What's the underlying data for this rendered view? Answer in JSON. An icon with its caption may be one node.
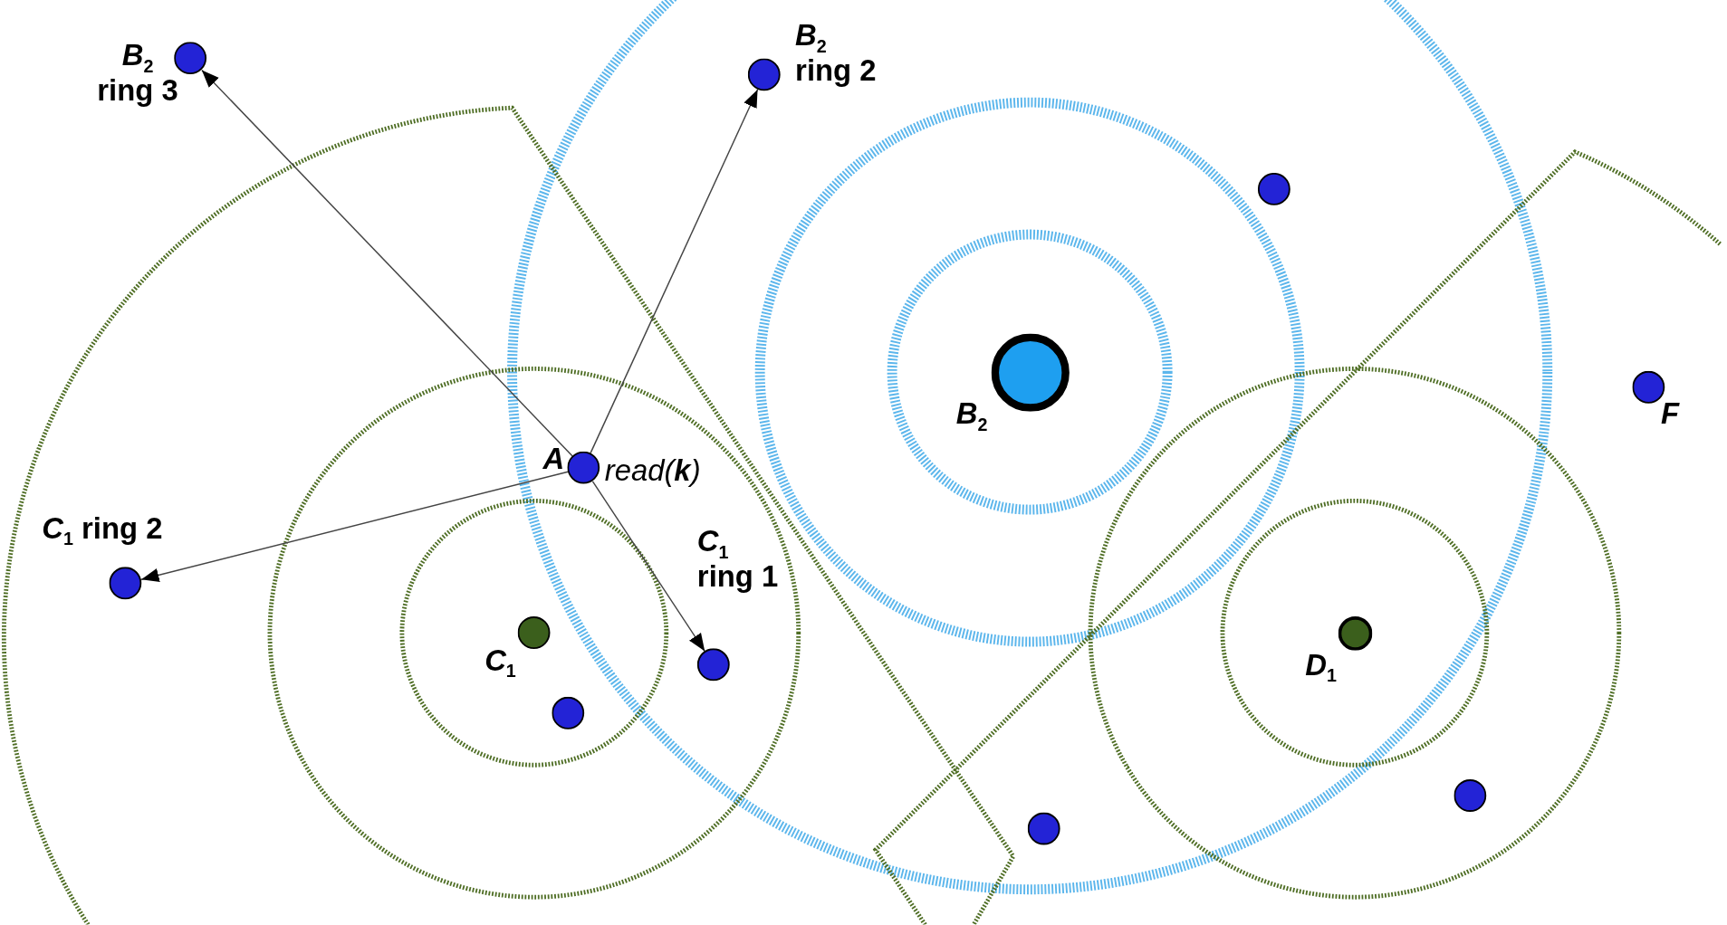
{
  "diagram": {
    "nodes": [
      {
        "text": [],
        "shape": "circle",
        "beside": [
          "A",
          "read(**k**)"
        ]
      },
      {
        "text": [],
        "shape": "circle",
        "beside": [
          "*B*$_{2}$ ring 3"
        ]
      },
      {
        "text": [],
        "shape": "circle",
        "beside": [
          "*B*$_{2}$ ring 2"
        ]
      },
      {
        "text": [],
        "shape": "circle",
        "beside": [
          "*C*$_{1}$ ring 2"
        ]
      },
      {
        "text": [],
        "shape": "circle",
        "beside": [
          "*C*$_{1}$ ring 1"
        ]
      },
      {
        "text": [],
        "shape": "circle",
        "beside": [
          "*B*$_{2}$"
        ]
      },
      {
        "text": [],
        "shape": "circle",
        "beside": [
          "*C*$_{1}$"
        ]
      },
      {
        "text": [],
        "shape": "circle",
        "beside": [
          "*D*$_{1}$"
        ]
      },
      {
        "text": [],
        "shape": "circle",
        "beside": [
          "*F*"
        ]
      },
      {
        "text": [],
        "shape": "circle"
      },
      {
        "text": [],
        "shape": "circle"
      },
      {
        "text": [],
        "shape": "circle"
      },
      {
        "text": [],
        "shape": "circle"
      }
    ],
    "edges": [
      {
        "from": 0,
        "to": 1,
        "arrow": "to"
      },
      {
        "from": 0,
        "to": 2,
        "arrow": "to"
      },
      {
        "from": 0,
        "to": 3,
        "arrow": "to"
      },
      {
        "from": 0,
        "to": 4,
        "arrow": "to"
      }
    ]
  }
}
